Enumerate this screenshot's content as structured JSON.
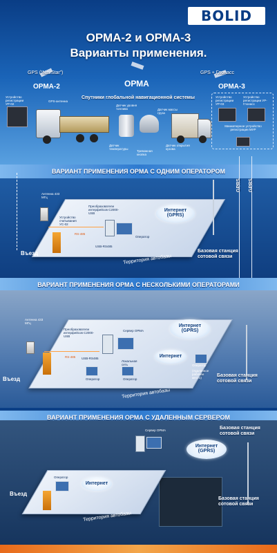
{
  "brand": {
    "logo": "BOLID"
  },
  "header": {
    "title_line1": "ОРМА-2 и ОРМА-3",
    "title_line2": "Варианты применения.",
    "gps_left": "GPS (“NavStar”)",
    "gps_right": "GPS + Глонасс",
    "orma": "ОРМА",
    "orma2": "ОРМА-2",
    "orma3": "ОРМА-3",
    "satellites": "Спутники глобальной навигационной системы",
    "device_left": "Устройство регистрации УР-02",
    "gps_antenna": "GPS-антенна",
    "device_right": "Устройство регистрации УР-03",
    "device_right2": "Устройство регистрации УР-Глонасс",
    "mini_device": "Миниатюрное устройство регистрации МУР",
    "fuel_sensor": "Датчик уровня топлива",
    "weight_sensor": "Датчик массы груза",
    "temp_sensor": "Датчик температуры",
    "alarm_button": "Тревожная кнопка",
    "door_sensor": "Датчик открытия кузова"
  },
  "section1": {
    "band": "ВАРИАНТ ПРИМЕНЕНИЯ ОРМА С ОДНИМ ОПЕРАТОРОМ",
    "antenna": "Антенна 433 МГц",
    "reader": "Устройство считывания УС-02",
    "converter": "Преобразователи интерфейсов С2000-USB",
    "rs485": "RS-485",
    "usb": "USB-RS485",
    "operator": "Оператор",
    "internet": "Интернет (GPRS)",
    "entry": "Въезд",
    "territory": "Территория автобазы",
    "base_station": "Базовая станция сотовой связи",
    "gprs": "GPRS"
  },
  "section2": {
    "band": "ВАРИАНТ ПРИМЕНЕНИЯ ОРМА С НЕСКОЛЬКИМИ ОПЕРАТОРАМИ",
    "antenna": "Антенна 433 МГц",
    "converter": "Преобразователи интерфейсов С2000-USB",
    "server": "Сервер ОРМА",
    "rs485": "RS-485",
    "usb": "USB-RS485",
    "local_net": "Локальная сеть",
    "operator": "Оператор",
    "internet": "Интернет",
    "internet_gprs": "Интернет (GPRS)",
    "remote_operator": "(Удаленное рабочее место)",
    "entry": "Въезд",
    "territory": "Территория автобазы",
    "base_station": "Базовая станция сотовой связи"
  },
  "section3": {
    "band": "ВАРИАНТ ПРИМЕНЕНИЯ ОРМА С УДАЛЕННЫМ СЕРВЕРОМ",
    "server": "Сервер ОРМА",
    "operator": "Оператор",
    "internet": "Интернет",
    "internet_gprs": "Интернет (GPRS)",
    "entry": "Въезд",
    "territory": "Территория автобазы",
    "base_station": "Базовая станция сотовой связи"
  }
}
